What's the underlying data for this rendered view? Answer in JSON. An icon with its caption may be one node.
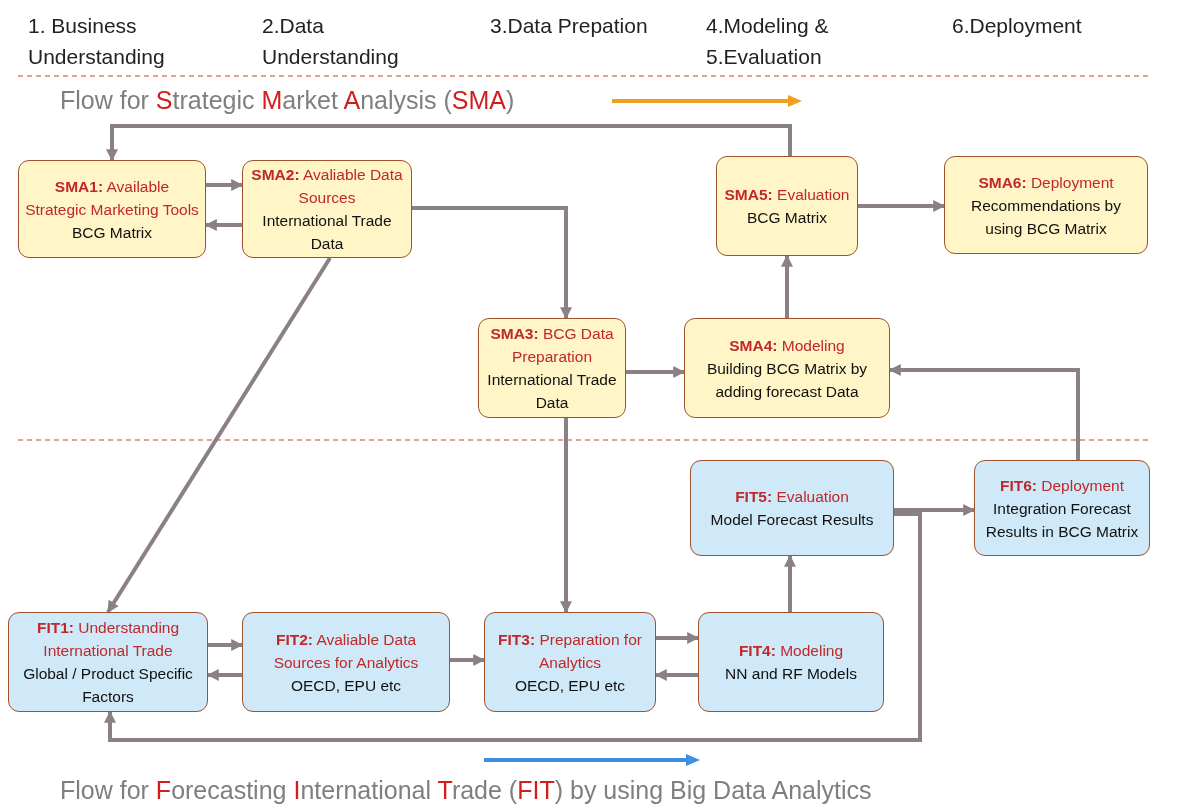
{
  "diagram": {
    "title": "Flow for **S**trategic **M**arket **A**nalysis (**SMA**)",
    "caption": "Flow for **F**orecasting **I**nternational **T**rade (**FIT**) by using Big Data Analytics",
    "nodes": [
      {
        "text": [
          "**SMA1:** Available Strategic Marketing Tools",
          "BCG Matrix"
        ]
      },
      {
        "text": [
          "**SMA2:** Avaliable Data Sources",
          "International Trade Data"
        ]
      },
      {
        "text": [
          "**SMA3:** BCG Data Preparation",
          "International Trade Data"
        ]
      },
      {
        "text": [
          "**SMA4:** Modeling",
          "Building BCG Matrix by adding forecast Data"
        ]
      },
      {
        "text": [
          "**SMA5:** Evaluation",
          "BCG Matrix"
        ]
      },
      {
        "text": [
          "**SMA6:** Deployment",
          "Recommendations by using BCG Matrix"
        ]
      },
      {
        "text": [
          "**FIT1:** Understanding International Trade",
          "Global / Product Specific Factors"
        ]
      },
      {
        "text": [
          "**FIT2:** Avaliable Data Sources for Analytics",
          "OECD, EPU etc"
        ]
      },
      {
        "text": [
          "**FIT3:** Preparation for Analytics",
          "OECD, EPU etc"
        ]
      },
      {
        "text": [
          "**FIT4:** Modeling",
          "NN and RF Models"
        ]
      },
      {
        "text": [
          "**FIT5:** Evaluation",
          "Model Forecast Results"
        ]
      },
      {
        "text": [
          "**FIT6:** Deployment",
          "Integration Forecast Results in BCG Matrix"
        ]
      }
    ],
    "edges": [
      {
        "from": 0,
        "to": 1,
        "arrow": "to"
      },
      {
        "from": 1,
        "to": 0,
        "arrow": "to"
      },
      {
        "from": 1,
        "to": 2,
        "arrow": "to"
      },
      {
        "from": 1,
        "to": 6,
        "arrow": "to"
      },
      {
        "from": 2,
        "to": 3,
        "arrow": "to"
      },
      {
        "from": 2,
        "to": 8,
        "arrow": "to"
      },
      {
        "from": 3,
        "to": 4,
        "arrow": "to"
      },
      {
        "from": 4,
        "to": 5,
        "arrow": "to"
      },
      {
        "from": 4,
        "to": 0,
        "arrow": "to"
      },
      {
        "from": 6,
        "to": 7,
        "arrow": "to"
      },
      {
        "from": 7,
        "to": 6,
        "arrow": "to"
      },
      {
        "from": 7,
        "to": 8,
        "arrow": "to"
      },
      {
        "from": 8,
        "to": 9,
        "arrow": "to"
      },
      {
        "from": 9,
        "to": 8,
        "arrow": "to"
      },
      {
        "from": 9,
        "to": 10,
        "arrow": "to"
      },
      {
        "from": 10,
        "to": 11,
        "arrow": "to"
      },
      {
        "from": 10,
        "to": 6,
        "arrow": "to"
      },
      {
        "from": 11,
        "to": 3,
        "arrow": "to"
      }
    ],
    "labels": [
      "1. Business Understanding",
      "2.Data Understanding",
      "3.Data Prepation",
      "4.Modeling & 5.Evaluation",
      "6.Deployment"
    ]
  }
}
